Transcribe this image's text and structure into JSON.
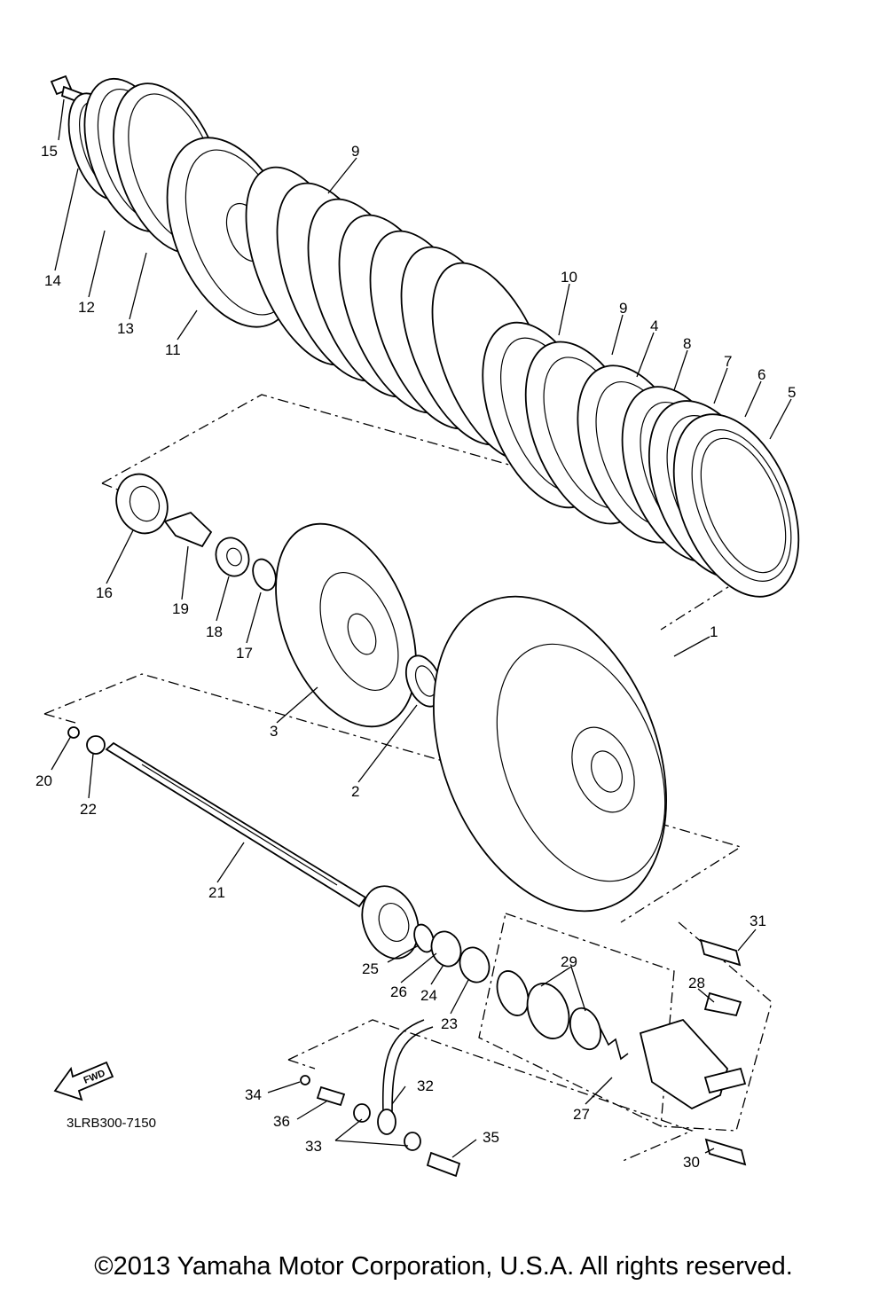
{
  "part_code": "3LRB300-7150",
  "copyright": "©2013 Yamaha Motor Corporation, U.S.A. All rights reserved.",
  "fwd_label": "FWD",
  "callouts": [
    {
      "id": "1",
      "label": "1"
    },
    {
      "id": "2",
      "label": "2"
    },
    {
      "id": "3",
      "label": "3"
    },
    {
      "id": "4",
      "label": "4"
    },
    {
      "id": "5",
      "label": "5"
    },
    {
      "id": "6",
      "label": "6"
    },
    {
      "id": "7",
      "label": "7"
    },
    {
      "id": "8",
      "label": "8"
    },
    {
      "id": "9a",
      "label": "9"
    },
    {
      "id": "9b",
      "label": "9"
    },
    {
      "id": "10",
      "label": "10"
    },
    {
      "id": "11",
      "label": "11"
    },
    {
      "id": "12",
      "label": "12"
    },
    {
      "id": "13",
      "label": "13"
    },
    {
      "id": "14",
      "label": "14"
    },
    {
      "id": "15",
      "label": "15"
    },
    {
      "id": "16",
      "label": "16"
    },
    {
      "id": "17",
      "label": "17"
    },
    {
      "id": "18",
      "label": "18"
    },
    {
      "id": "19",
      "label": "19"
    },
    {
      "id": "20",
      "label": "20"
    },
    {
      "id": "21",
      "label": "21"
    },
    {
      "id": "22",
      "label": "22"
    },
    {
      "id": "23",
      "label": "23"
    },
    {
      "id": "24",
      "label": "24"
    },
    {
      "id": "25",
      "label": "25"
    },
    {
      "id": "26",
      "label": "26"
    },
    {
      "id": "27",
      "label": "27"
    },
    {
      "id": "28",
      "label": "28"
    },
    {
      "id": "29",
      "label": "29"
    },
    {
      "id": "30",
      "label": "30"
    },
    {
      "id": "31",
      "label": "31"
    },
    {
      "id": "32",
      "label": "32"
    },
    {
      "id": "33",
      "label": "33"
    },
    {
      "id": "34",
      "label": "34"
    },
    {
      "id": "35",
      "label": "35"
    },
    {
      "id": "36",
      "label": "36"
    }
  ]
}
